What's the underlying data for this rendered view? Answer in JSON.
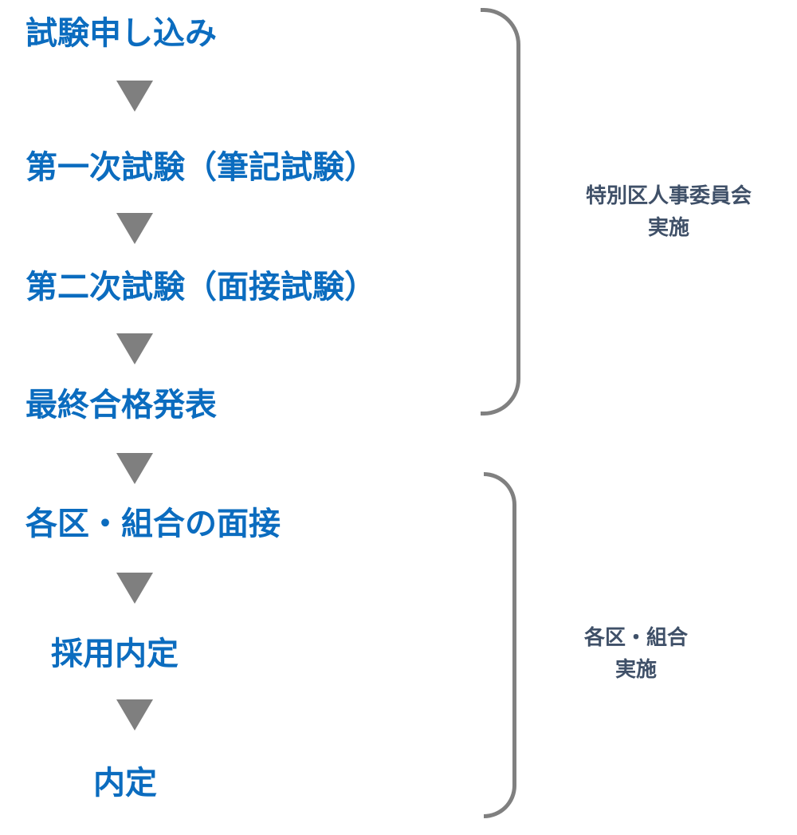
{
  "flow": {
    "steps": [
      {
        "label": "試験申し込み"
      },
      {
        "label": "第一次試験（筆記試験）"
      },
      {
        "label": "第二次試験（面接試験）"
      },
      {
        "label": "最終合格発表"
      },
      {
        "label": "各区・組合の面接"
      },
      {
        "label": "採用内定"
      },
      {
        "label": "内定"
      }
    ],
    "arrow_icon": "down-triangle"
  },
  "groups": [
    {
      "line1": "特別区人事委員会",
      "line2": "実施",
      "covers_steps": [
        0,
        1,
        2,
        3
      ]
    },
    {
      "line1": "各区・組合",
      "line2": "実施",
      "covers_steps": [
        4,
        5,
        6
      ]
    }
  ],
  "colors": {
    "step_text": "#0b6cbf",
    "arrow": "#7f7f7f",
    "brace": "#808080",
    "group_label": "#3f5068",
    "background": "#ffffff"
  }
}
